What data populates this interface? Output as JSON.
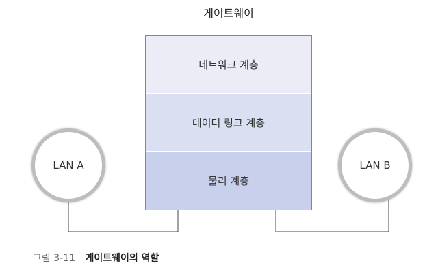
{
  "diagram": {
    "gateway_title": "게이트웨이",
    "layers": [
      {
        "label": "네트워크 계층"
      },
      {
        "label": "데이터 링크 계층"
      },
      {
        "label": "물리 계층"
      }
    ],
    "lan_a": "LAN A",
    "lan_b": "LAN B"
  },
  "caption": {
    "figure_number": "그림 3-11",
    "figure_title": "게이트웨이의 역할"
  }
}
